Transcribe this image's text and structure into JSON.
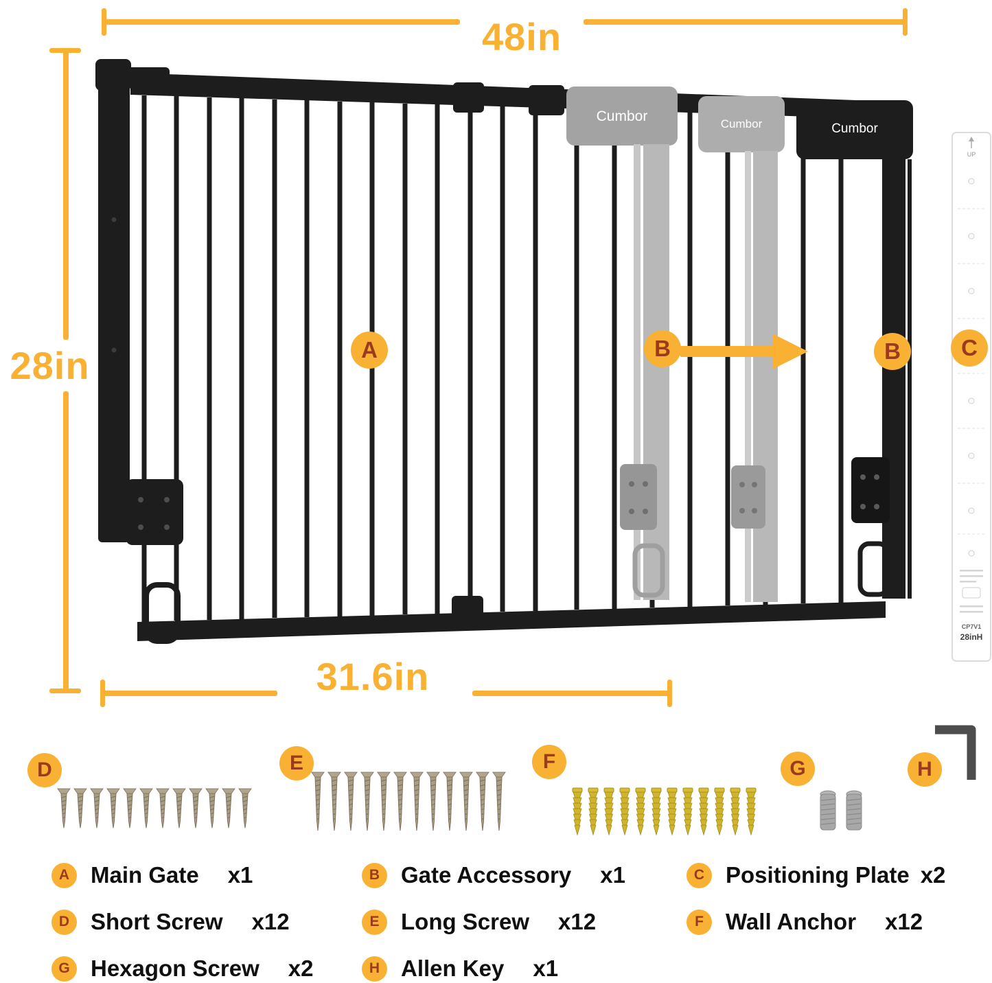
{
  "colors": {
    "accent": "#F8B133",
    "letter_red": "#9B3A1E",
    "gate_black": "#1D1D1D",
    "ghost_gray": "#ABABAB",
    "anchor_yellow": "#D0B52C"
  },
  "dimensions": {
    "top": "48in",
    "left": "28in",
    "bottom": "31.6in"
  },
  "brand": "Cumbor",
  "plate": {
    "up": "UP",
    "code": "CP7V1",
    "height": "28inH"
  },
  "legend": [
    {
      "letter": "A",
      "name": "Main Gate",
      "qty": "x1"
    },
    {
      "letter": "B",
      "name": "Gate Accessory",
      "qty": "x1"
    },
    {
      "letter": "C",
      "name": "Positioning Plate",
      "qty": "x2"
    },
    {
      "letter": "D",
      "name": "Short Screw",
      "qty": "x12"
    },
    {
      "letter": "E",
      "name": "Long Screw",
      "qty": "x12"
    },
    {
      "letter": "F",
      "name": "Wall Anchor",
      "qty": "x12"
    },
    {
      "letter": "G",
      "name": "Hexagon Screw",
      "qty": "x2"
    },
    {
      "letter": "H",
      "name": "Allen Key",
      "qty": "x1"
    }
  ]
}
